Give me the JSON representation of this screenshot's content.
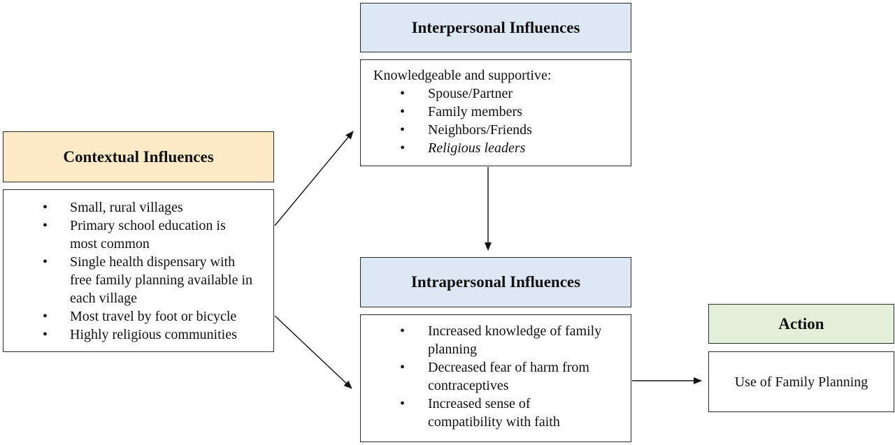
{
  "contextual": {
    "title": "Contextual Influences",
    "items": [
      "Small, rural villages",
      "Primary school education is most common",
      "Single health dispensary with free family planning available in each village",
      "Most travel by foot or bicycle",
      "Highly religious communities"
    ]
  },
  "interpersonal": {
    "title": "Interpersonal Influences",
    "intro": "Knowledgeable and supportive:",
    "items": [
      "Spouse/Partner",
      "Family members",
      "Neighbors/Friends",
      "Religious leaders"
    ]
  },
  "intrapersonal": {
    "title": "Intrapersonal Influences",
    "items": [
      "Increased knowledge of family planning",
      "Decreased fear of harm from contraceptives",
      "Increased sense of compatibility with faith"
    ]
  },
  "action": {
    "title": "Action",
    "text": "Use of Family Planning"
  }
}
